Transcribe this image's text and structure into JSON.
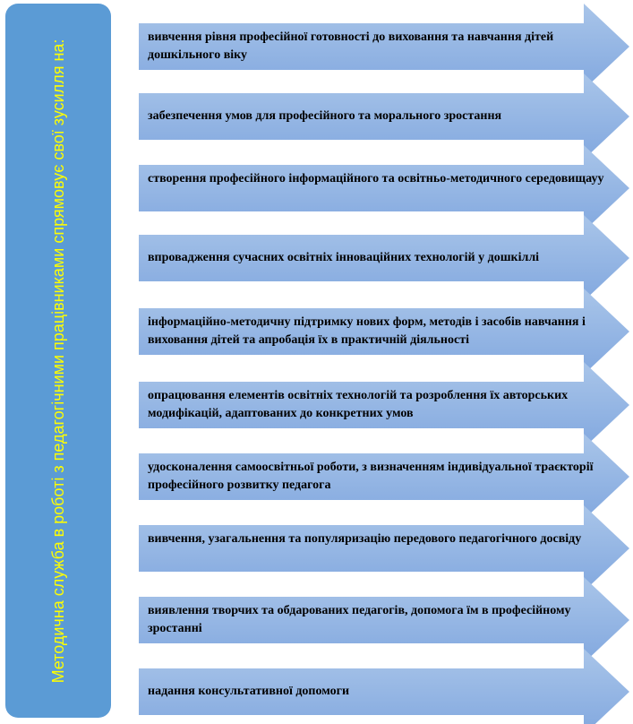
{
  "side_label": "Методична служба в роботі з педагогічними працівниками спрямовує свої зусилля на:",
  "colors": {
    "side_bg": "#5b9bd5",
    "side_text": "#ffff00",
    "arrow_top": "#a9c5e9",
    "arrow_bottom": "#82a8df"
  },
  "items": [
    {
      "label": "вивчення рівня професійної готовності до виховання та навчання дітей дошкільного віку"
    },
    {
      "label": "забезпечення умов для професійного та морального зростання"
    },
    {
      "label": "створення професійного інформаційного та освітньо-методичного середовищауу"
    },
    {
      "label": "впровадження сучасних освітніх інноваційних технологій у дошкіллі"
    },
    {
      "label": "інформаційно-методичну підтримку нових форм, методів і засобів навчання і виховання дітей та апробація їх в практичній діяльності"
    },
    {
      "label": "опрацювання елементів освітніх технологій та розроблення їх авторських модифікацій, адаптованих до конкретних умов"
    },
    {
      "label": "удосконалення самоосвітньої роботи, з визначенням індивідуальної траєкторії професійного розвитку педагога"
    },
    {
      "label": "вивчення, узагальнення та популяризацію передового педагогічного досвіду"
    },
    {
      "label": "виявлення творчих та обдарованих педагогів, допомога їм в професійному зростанні"
    },
    {
      "label": "надання консультативної допомоги"
    }
  ]
}
